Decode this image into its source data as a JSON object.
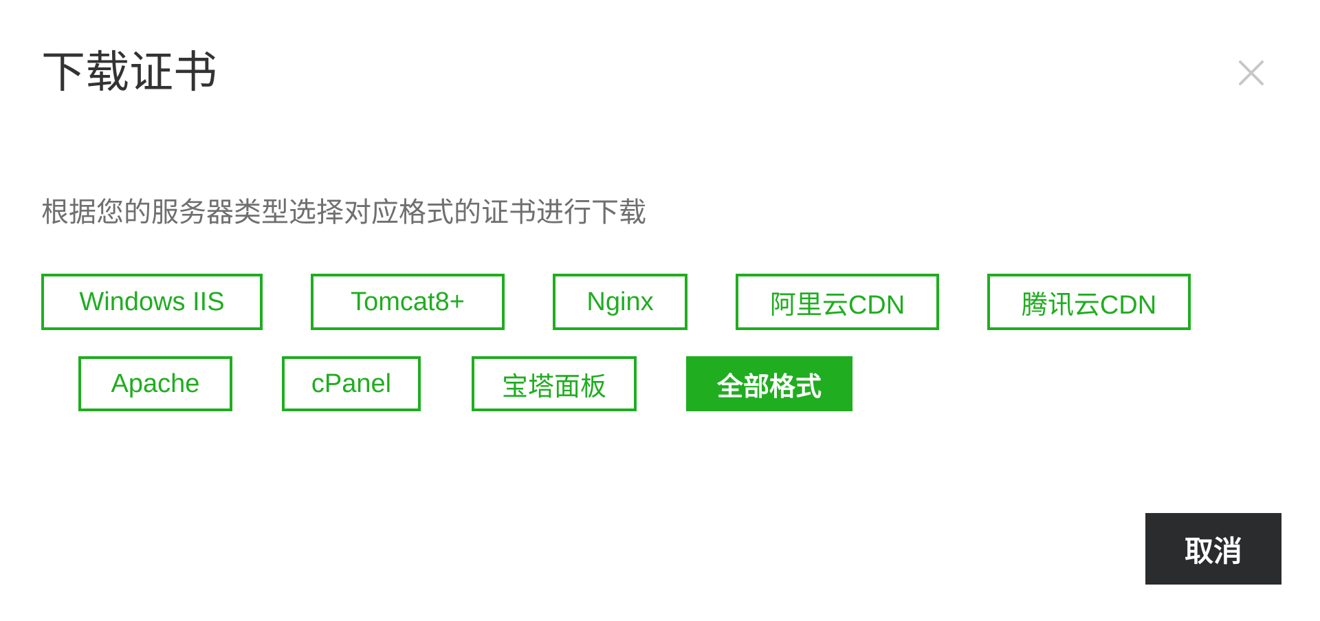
{
  "dialog": {
    "title": "下载证书",
    "description": "根据您的服务器类型选择对应格式的证书进行下载",
    "close_icon": "close-icon",
    "formats": [
      {
        "label": "Windows IIS",
        "active": false
      },
      {
        "label": "Tomcat8+",
        "active": false
      },
      {
        "label": "Nginx",
        "active": false
      },
      {
        "label": "阿里云CDN",
        "active": false
      },
      {
        "label": "腾讯云CDN",
        "active": false
      },
      {
        "label": "Apache",
        "active": false
      },
      {
        "label": "cPanel",
        "active": false
      },
      {
        "label": "宝塔面板",
        "active": false
      },
      {
        "label": "全部格式",
        "active": true
      }
    ],
    "cancel_label": "取消"
  },
  "colors": {
    "accent": "#20ad20",
    "cancel_bg": "#2a2c2d",
    "title_text": "#333333",
    "desc_text": "#6f6f6f"
  }
}
